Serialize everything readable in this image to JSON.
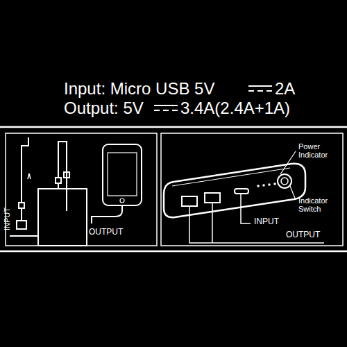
{
  "diagram": {
    "labels": [
      "Input: Micro USB 5V",
      "2A",
      "Output: 5V",
      "3.4A(2.4A+1A)",
      "INPUT",
      "OUTPUT",
      "Power Indicator",
      "Indicator Switch",
      "INPUT",
      "OUTPUT"
    ]
  }
}
